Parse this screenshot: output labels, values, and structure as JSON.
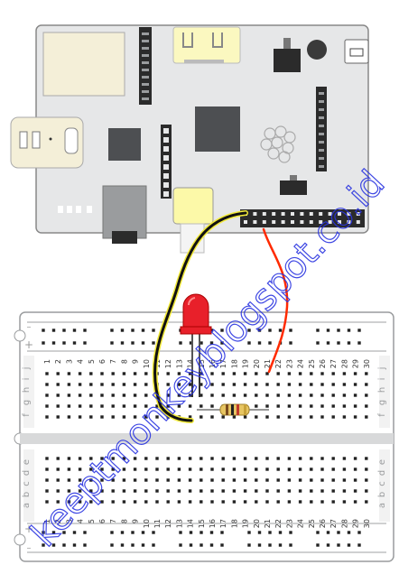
{
  "colors": {
    "pcb": "#e6e7e8",
    "pcb_stroke": "#888888",
    "component_gray": "#9a9c9e",
    "chip_dark": "#4d4f52",
    "hdmi_yellow": "#fbf8c0",
    "rca_yellow": "#fcf9a8",
    "usb_body": "#f4efd8",
    "header_dark": "#2b2b2b",
    "breadboard": "#ffffff",
    "breadboard_stroke": "#9a9c9e",
    "breadboard_gray": "#d8d9da",
    "rail_line": "#cfd0d1",
    "hole": "#222222",
    "led_red": "#e8202a",
    "resistor_body": "#e7c562",
    "wire_black": "#111111",
    "wire_yellow_outline": "#f2ea3a",
    "wire_red": "#ff2a00",
    "watermark": "#2a34e0"
  },
  "breadboard": {
    "rail_plus_label": "+",
    "rail_minus_label": "–",
    "column_numbers": [
      "1",
      "2",
      "3",
      "4",
      "5",
      "6",
      "7",
      "8",
      "9",
      "10",
      "11",
      "12",
      "13",
      "14",
      "15",
      "16",
      "17",
      "18",
      "19",
      "20",
      "21",
      "22",
      "23",
      "24",
      "25",
      "26",
      "27",
      "28",
      "29",
      "30"
    ],
    "top_row_letters": [
      "j",
      "i",
      "h",
      "g",
      "f"
    ],
    "bottom_row_letters": [
      "e",
      "d",
      "c",
      "b",
      "a"
    ]
  },
  "watermark": {
    "text": "keeptmonkeyblogspot.co.id"
  },
  "components": {
    "board_icon": "raspberry-pi-board",
    "led_icon": "red-led",
    "resistor_icon": "resistor"
  }
}
